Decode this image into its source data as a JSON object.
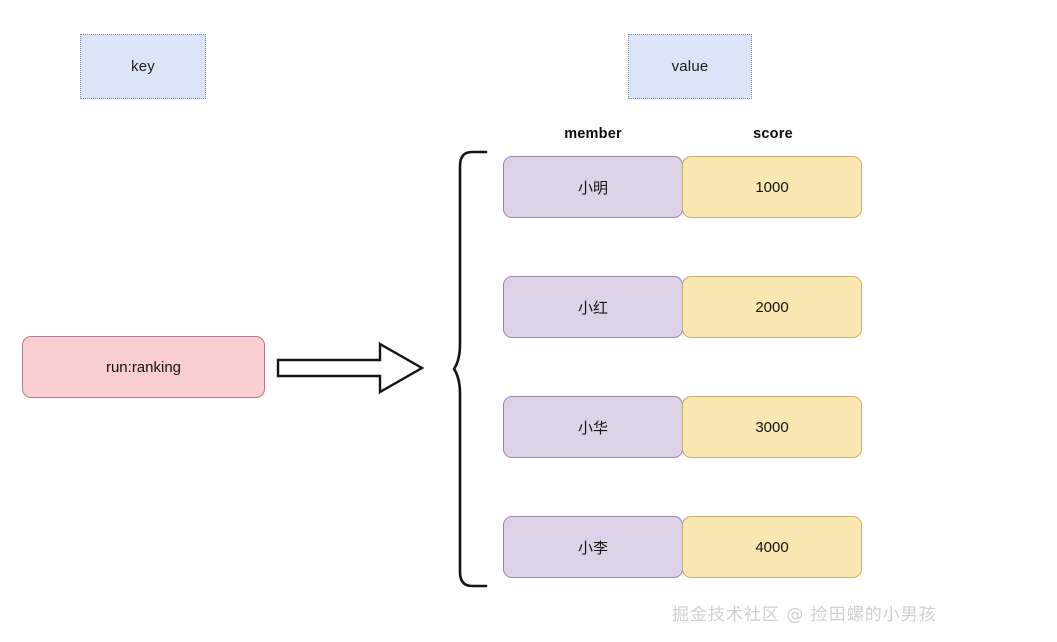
{
  "diagram": {
    "legend": {
      "key_label": "key",
      "value_label": "value"
    },
    "key_node": {
      "label": "run:ranking"
    },
    "arrow": {
      "icon": "right-block-arrow-icon"
    },
    "brace": {
      "icon": "left-curly-brace-icon"
    },
    "table": {
      "headers": {
        "member": "member",
        "score": "score"
      },
      "rows": [
        {
          "member": "小明",
          "score": "1000"
        },
        {
          "member": "小红",
          "score": "2000"
        },
        {
          "member": "小华",
          "score": "3000"
        },
        {
          "member": "小李",
          "score": "4000"
        }
      ]
    },
    "watermark": "掘金技术社区 @ 捡田螺的小男孩",
    "colors": {
      "legend_fill": "#dbe5f7",
      "legend_border": "#7f8aa0",
      "key_fill": "#f8ced1",
      "key_border": "#b07a94",
      "member_fill": "#ded2e8",
      "member_border": "#9b86ad",
      "score_fill": "#fbe7b2",
      "score_border": "#c9ae63",
      "stroke": "#1a1a1a",
      "watermark": "#cfcfcf"
    }
  }
}
